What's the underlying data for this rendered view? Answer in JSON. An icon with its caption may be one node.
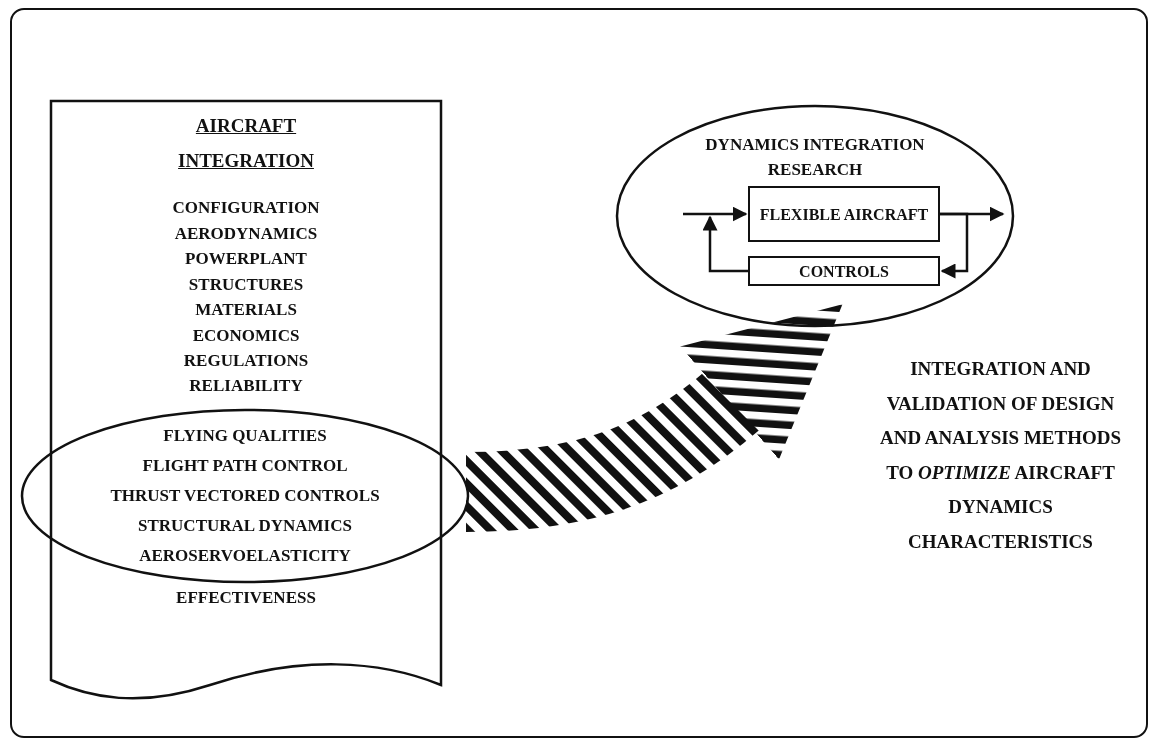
{
  "diagram": {
    "nodes": [
      {
        "text": [
          "AIRCRAFT INTEGRATION",
          "CONFIGURATION",
          "AERODYNAMICS",
          "POWERPLANT",
          "STRUCTURES",
          "MATERIALS",
          "ECONOMICS",
          "REGULATIONS",
          "RELIABILITY",
          "EFFECTIVENESS"
        ]
      },
      {
        "text": [
          "FLYING QUALITIES",
          "FLIGHT PATH CONTROL",
          "THRUST VECTORED CONTROLS",
          "STRUCTURAL DYNAMICS",
          "AEROSERVOELASTICITY"
        ]
      },
      {
        "text": [
          "DYNAMICS INTEGRATION RESEARCH"
        ]
      },
      {
        "text": [
          "FLEXIBLE AIRCRAFT"
        ],
        "in": 2
      },
      {
        "text": [
          "CONTROLS"
        ],
        "in": 2
      }
    ],
    "edges": [
      {
        "from": null,
        "to": 3,
        "arrow": "to"
      },
      {
        "from": 3,
        "to": null,
        "arrow": "to"
      },
      {
        "from": 3,
        "to": 4,
        "arrow": "to"
      },
      {
        "from": 4,
        "to": 3,
        "arrow": "to"
      },
      {
        "from": 1,
        "to": 2,
        "arrow": "to",
        "style": "thick"
      }
    ],
    "labels": [
      "INTEGRATION AND VALIDATION OF DESIGN AND ANALYSIS METHODS TO *OPTIMIZE* AIRCRAFT DYNAMICS CHARACTERISTICS"
    ]
  }
}
